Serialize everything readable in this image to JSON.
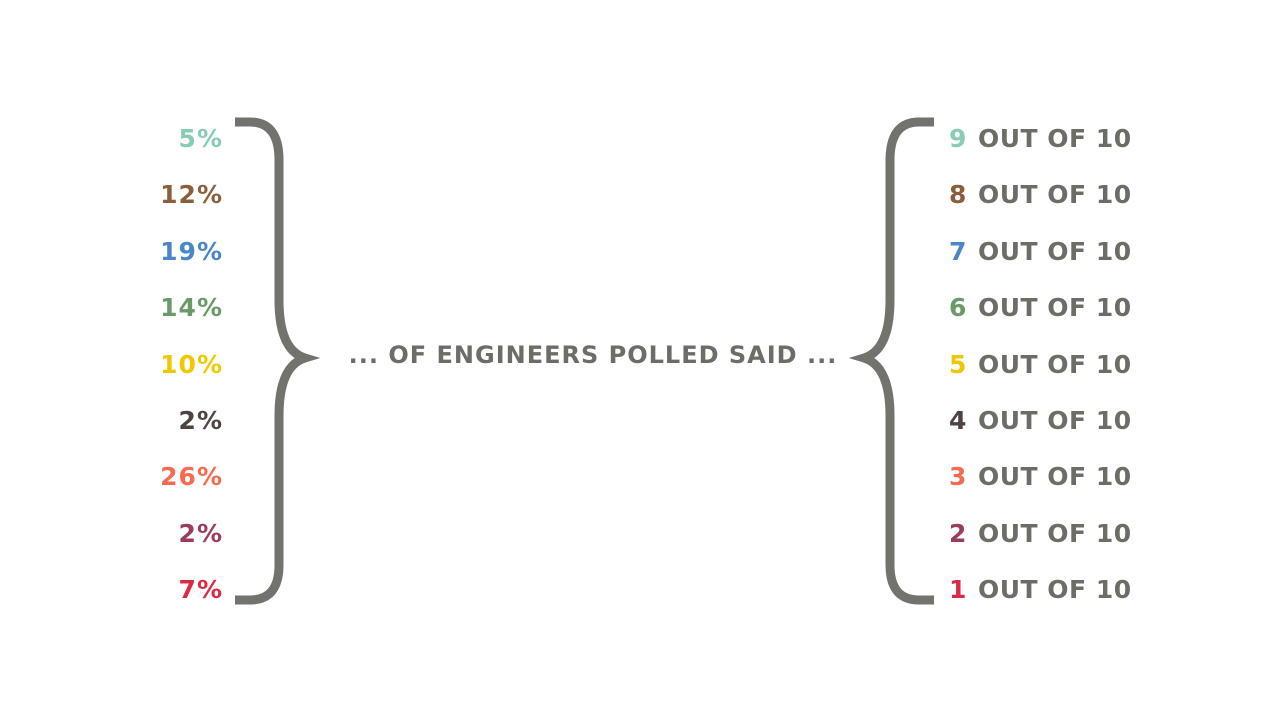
{
  "chart_data": {
    "type": "table",
    "title": "... OF ENGINEERS POLLED SAID ...",
    "suffix": "OUT OF 10",
    "rows": [
      {
        "rating": "9",
        "percent": "5%",
        "value": 5,
        "color": "#86cdb4"
      },
      {
        "rating": "8",
        "percent": "12%",
        "value": 12,
        "color": "#8b5e3c"
      },
      {
        "rating": "7",
        "percent": "19%",
        "value": 19,
        "color": "#4a86c8"
      },
      {
        "rating": "6",
        "percent": "14%",
        "value": 14,
        "color": "#6a9a68"
      },
      {
        "rating": "5",
        "percent": "10%",
        "value": 10,
        "color": "#f0c800"
      },
      {
        "rating": "4",
        "percent": "2%",
        "value": 2,
        "color": "#4d4340"
      },
      {
        "rating": "3",
        "percent": "26%",
        "value": 26,
        "color": "#f86a50"
      },
      {
        "rating": "2",
        "percent": "2%",
        "value": 2,
        "color": "#9a3c5c"
      },
      {
        "rating": "1",
        "percent": "7%",
        "value": 7,
        "color": "#dc2a44"
      }
    ],
    "brace_color": "#72736c"
  }
}
